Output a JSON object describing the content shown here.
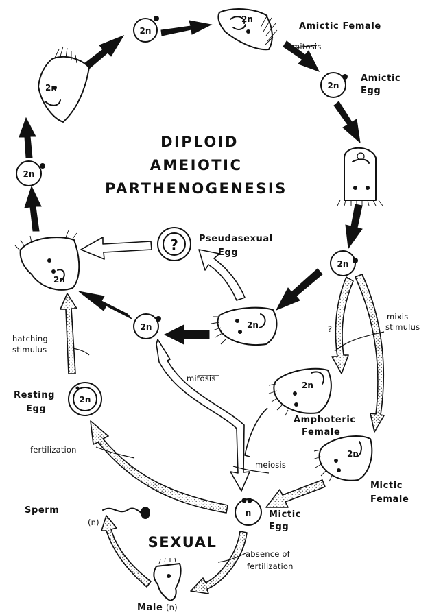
{
  "title_lines": [
    "DIPLOID",
    "AMEIOTIC",
    "PARTHENOGENESIS"
  ],
  "sexual_label": "SEXUAL",
  "labels": {
    "amictic_female": "Amictic Female",
    "mitosis_top": "mitosis",
    "amictic_egg_1": "Amictic",
    "amictic_egg_2": "Egg",
    "pseudosexual_1": "Pseudasexual",
    "pseudosexual_2": "Egg",
    "mixis_1": "mixis",
    "mixis_2": "stimulus",
    "question": "?",
    "hatching_1": "hatching",
    "hatching_2": "stimulus",
    "mitosis_mid": "mitosis",
    "resting_1": "Resting",
    "resting_2": "Egg",
    "amphoteric_1": "Amphoteric",
    "amphoteric_2": "Female",
    "fertilization": "fertilization",
    "meiosis": "meiosis",
    "mictic_female_1": "Mictic",
    "mictic_female_2": "Female",
    "sperm": "Sperm",
    "sperm_n": "(n)",
    "mictic_egg_1": "Mictic",
    "mictic_egg_2": "Egg",
    "absence_1": "absence of",
    "absence_2": "fertilization",
    "male": "Male",
    "male_n": "(n)"
  },
  "ploidy": {
    "diploid": "2n",
    "haploid": "n",
    "unknown": "?"
  }
}
